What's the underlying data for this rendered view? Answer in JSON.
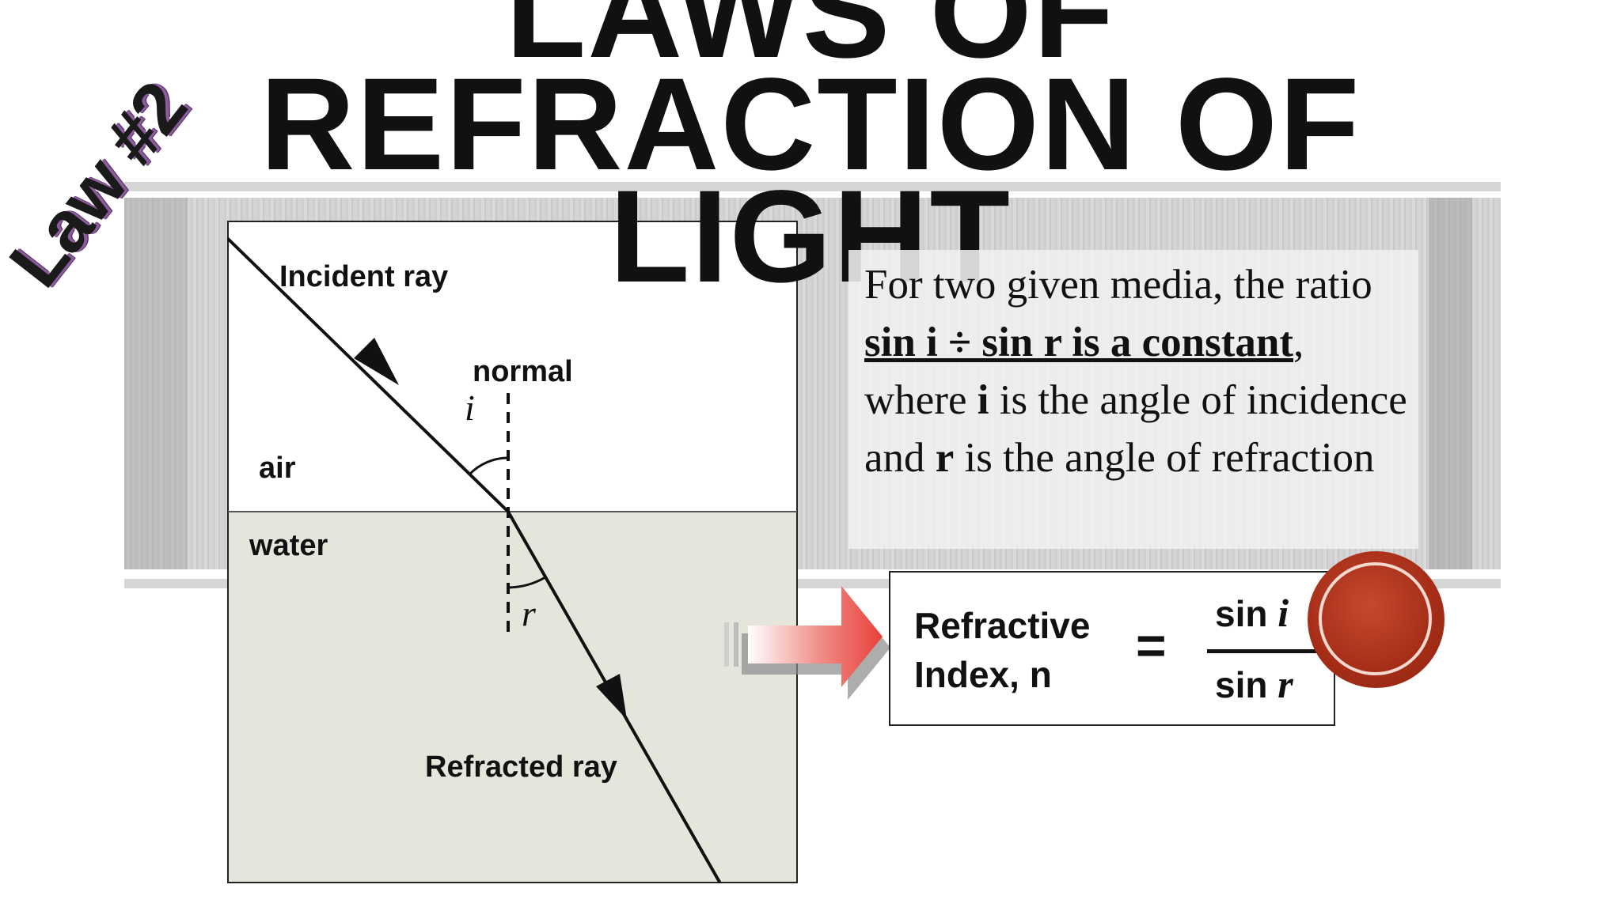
{
  "title": {
    "lines": [
      "LAWS OF",
      "REFRACTION OF",
      "LIGHT"
    ]
  },
  "law_tag": "Law #2",
  "diagram": {
    "incident_label": "Incident ray",
    "normal_label": "normal",
    "air_label": "air",
    "water_label": "water",
    "refracted_label": "Refracted ray",
    "angle_i": "i",
    "angle_r": "r",
    "colors": {
      "water": "#e6e5dc",
      "air": "#ffffff",
      "lines": "#111111"
    }
  },
  "description": {
    "part1": "For two given media, the ratio ",
    "ratio": "sin i ÷ sin r is a constant",
    "part2": ", where ",
    "i": "i",
    "part3": " is the angle of incidence and ",
    "r": "r",
    "part4": " is the angle of refraction"
  },
  "formula": {
    "lhs_line1": "Refractive",
    "lhs_line2": "Index, n",
    "equals": "=",
    "num_text": "sin ",
    "num_var": "i",
    "den_text": "sin ",
    "den_var": "r"
  },
  "colors": {
    "seal": "#a52d17",
    "arrow": "#e8413a",
    "band": "#d3d3d3"
  }
}
